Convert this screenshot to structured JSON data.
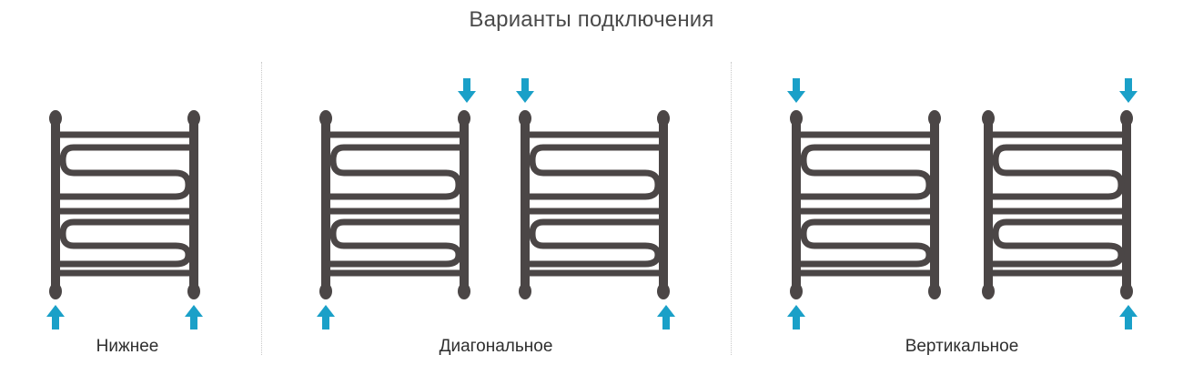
{
  "title": "Варианты подключения",
  "groups": [
    {
      "label": "Нижнее"
    },
    {
      "label": "Диагональное"
    },
    {
      "label": "Вертикальное"
    }
  ],
  "colors": {
    "rail": "#4b4646",
    "arrow": "#1aa0c8",
    "text": "#4a4a4a"
  }
}
